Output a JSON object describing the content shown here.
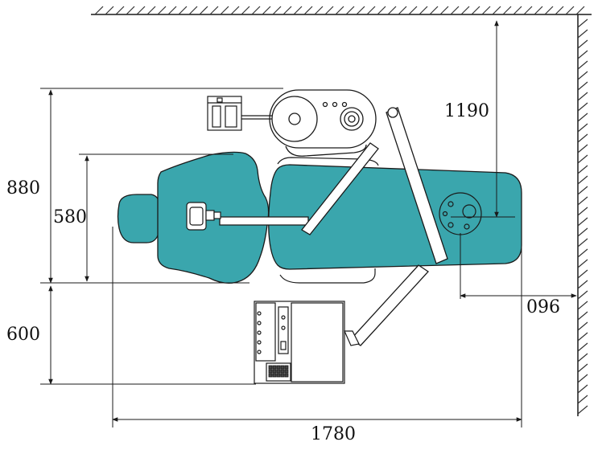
{
  "colors": {
    "seat_fill": "#3aa6ad",
    "line": "#1a1a1a",
    "wall_hatch": "#333333",
    "background": "#ffffff"
  },
  "dimensions": {
    "top_clearance": "1190",
    "left_outer": "880",
    "left_inner": "580",
    "left_lower": "600",
    "right_offset": "096",
    "bottom_length": "1780"
  }
}
